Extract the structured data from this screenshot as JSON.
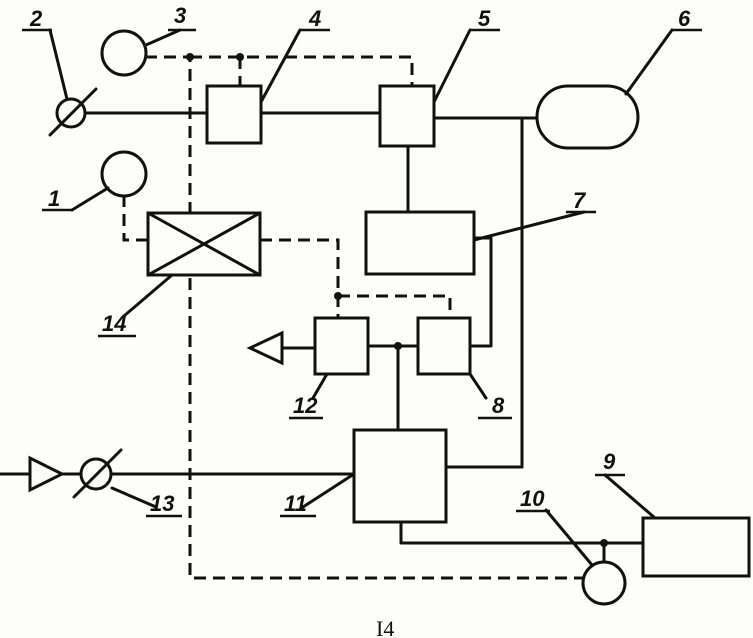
{
  "labels": {
    "n1": "1",
    "n2": "2",
    "n3": "3",
    "n4": "4",
    "n5": "5",
    "n6": "6",
    "n7": "7",
    "n8": "8",
    "n9": "9",
    "n10": "10",
    "n11": "11",
    "n12": "12",
    "n13": "13",
    "n14": "14"
  },
  "page_number": "I4"
}
